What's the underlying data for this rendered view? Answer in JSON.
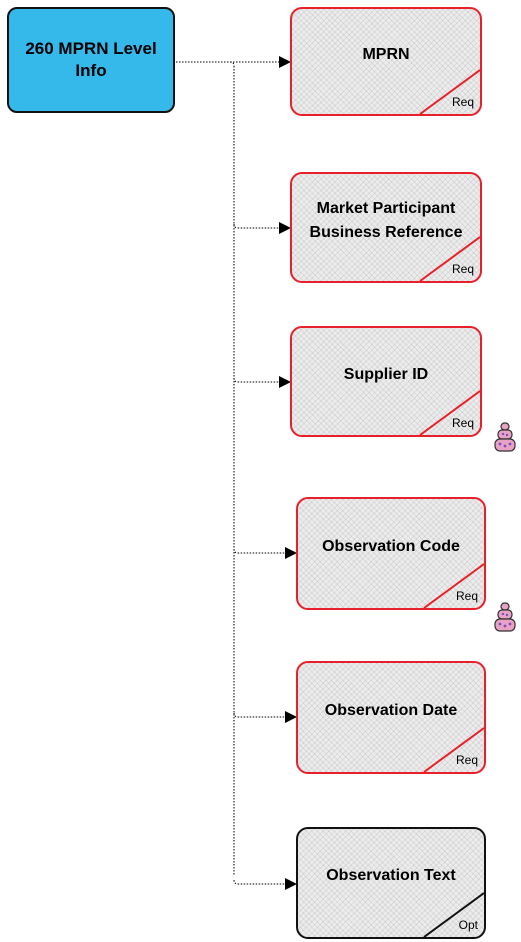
{
  "root": {
    "title": "260 MPRN Level Info"
  },
  "children": [
    {
      "label": "MPRN",
      "tag": "Req"
    },
    {
      "label": "Market Participant Business Reference",
      "tag": "Req"
    },
    {
      "label": "Supplier ID",
      "tag": "Req",
      "repeating": true
    },
    {
      "label": "Observation Code",
      "tag": "Req",
      "repeating": true
    },
    {
      "label": "Observation Date",
      "tag": "Req"
    },
    {
      "label": "Observation Text",
      "tag": "Opt"
    }
  ],
  "colors": {
    "root_fill": "#35b8ea",
    "required_border": "#e8202a",
    "optional_border": "#111111",
    "node_fill": "#ececec"
  },
  "icons": {
    "repeat_marker": "stacked-repeat-icon"
  }
}
